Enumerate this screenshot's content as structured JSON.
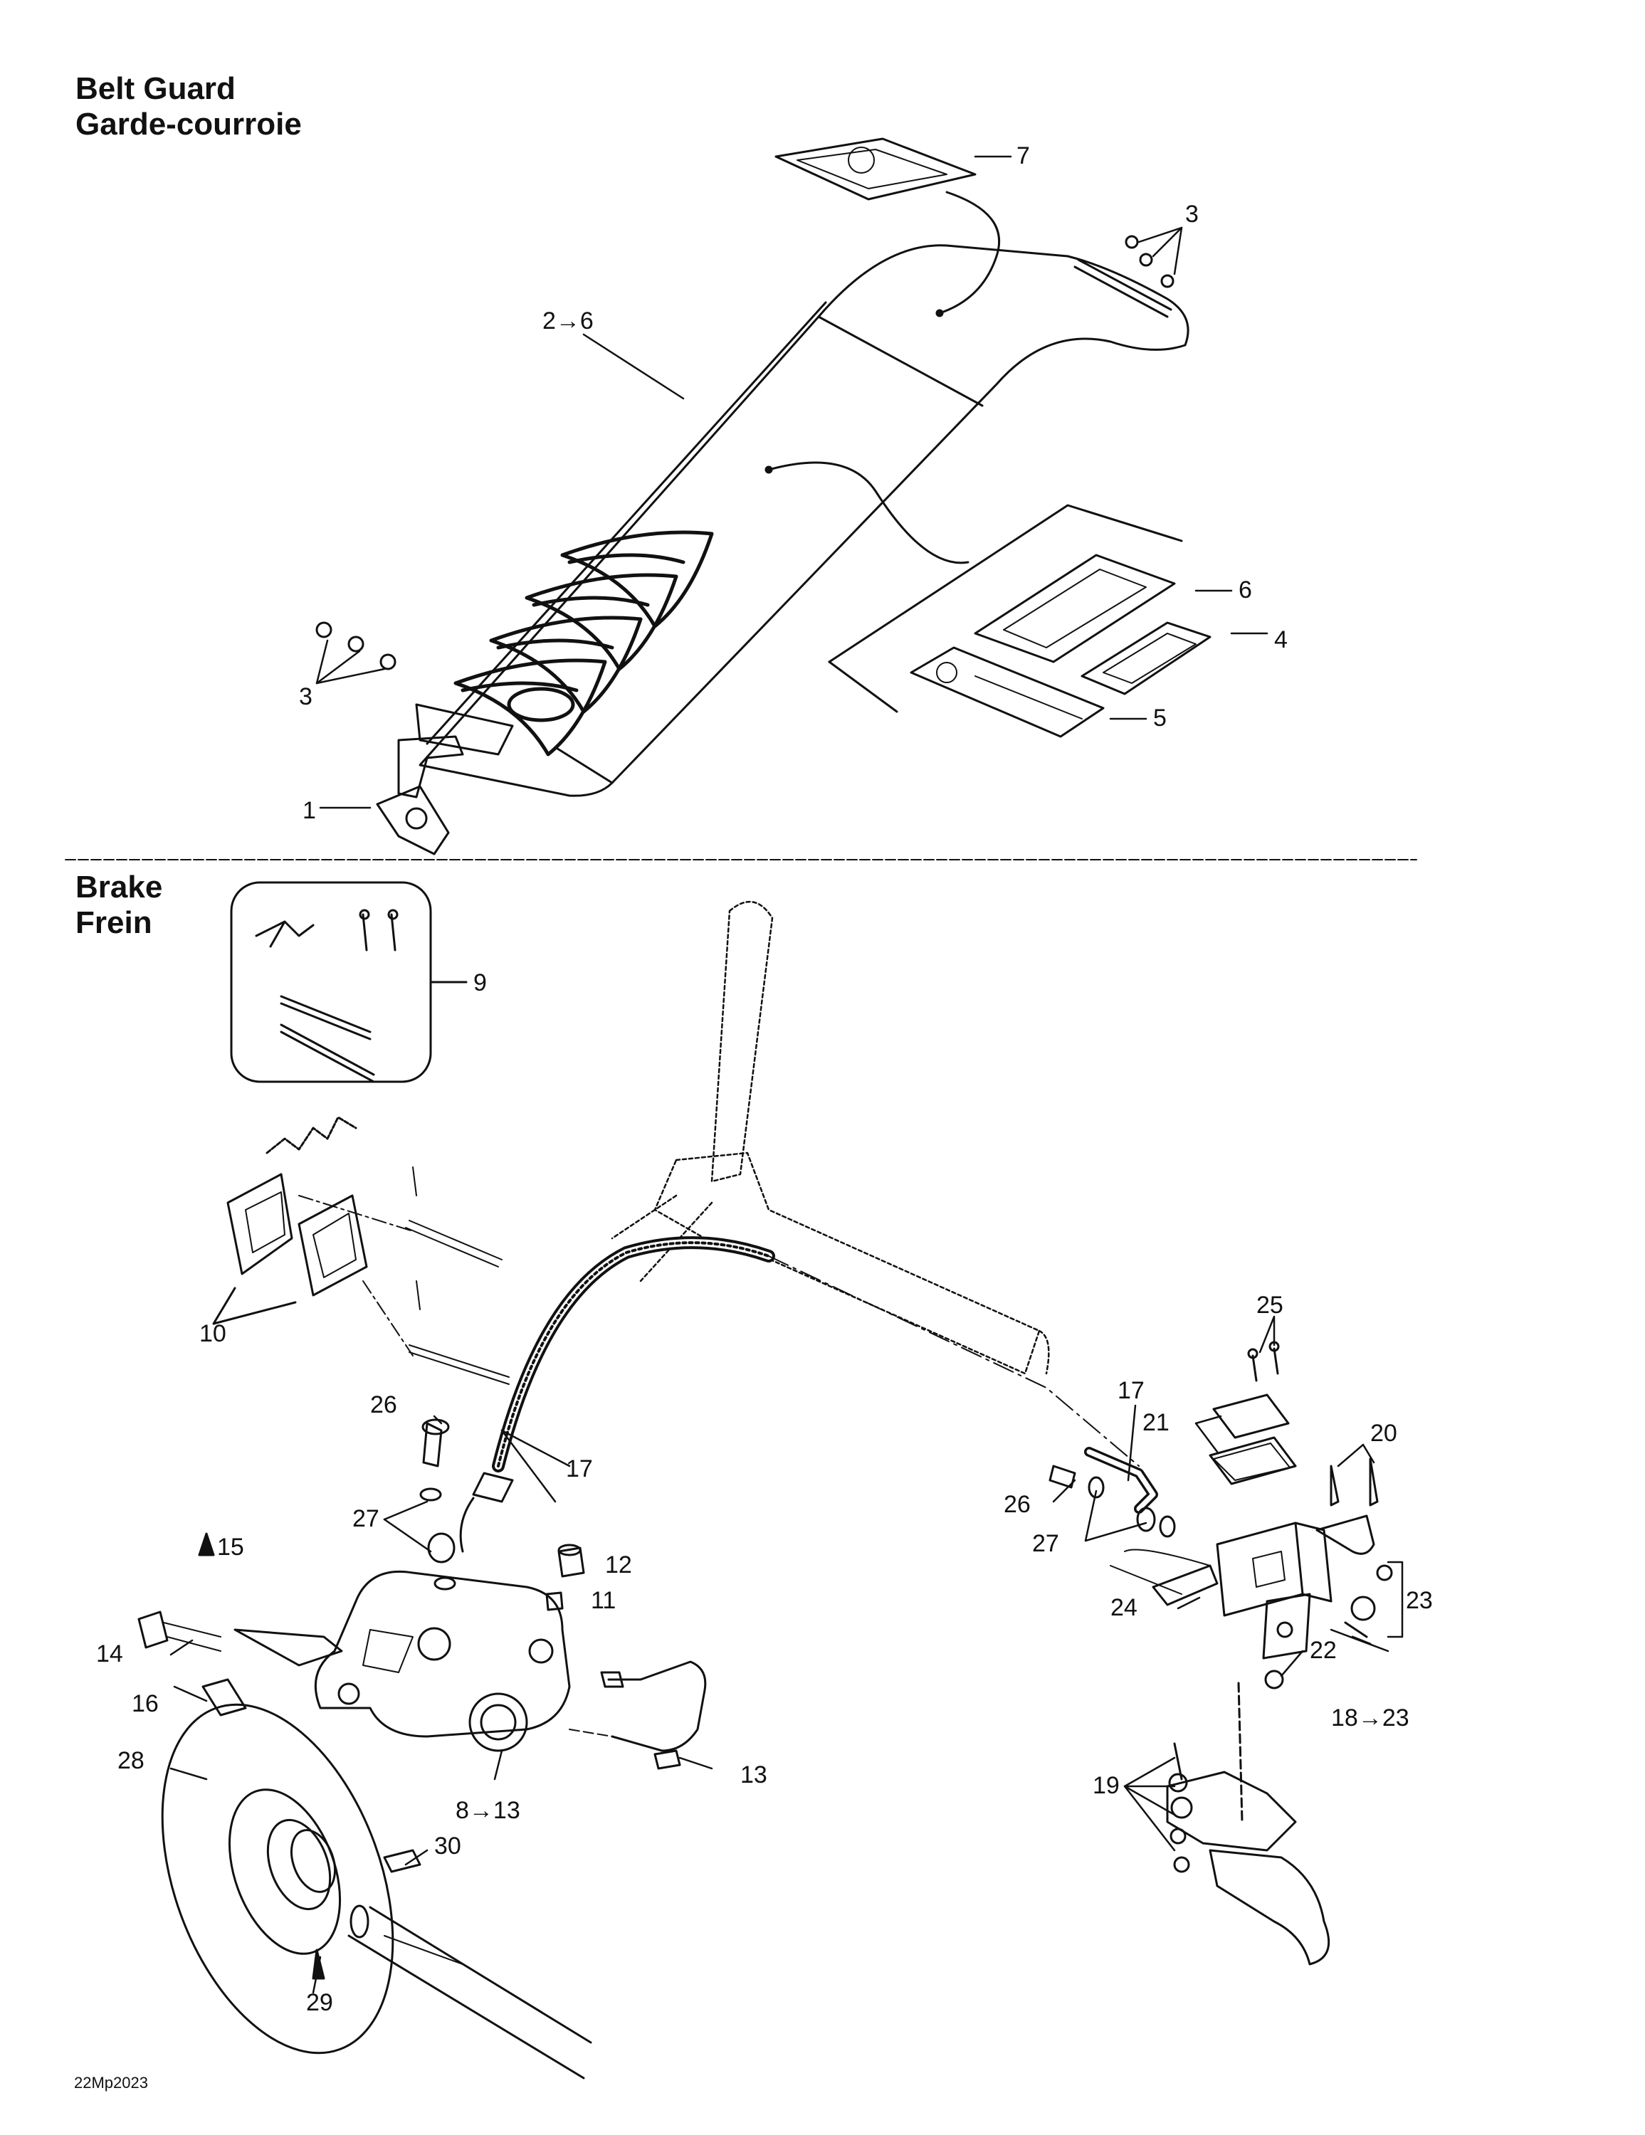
{
  "sections": {
    "belt_guard": {
      "title_en": "Belt Guard",
      "title_fr": "Garde-courroie"
    },
    "brake": {
      "title_en": "Brake",
      "title_fr": "Frein"
    }
  },
  "callouts": {
    "c1": "1",
    "c2_6": "2→6",
    "c3a": "3",
    "c3b": "3",
    "c4": "4",
    "c5": "5",
    "c6": "6",
    "c7": "7",
    "c9": "9",
    "c10": "10",
    "c26a": "26",
    "c17a": "17",
    "c27a": "27",
    "c15": "15",
    "c12": "12",
    "c11": "11",
    "c14": "14",
    "c16": "16",
    "c28": "28",
    "c8_13": "8→13",
    "c13": "13",
    "c30": "30",
    "c29": "29",
    "c25": "25",
    "c17b": "17",
    "c21": "21",
    "c20": "20",
    "c26b": "26",
    "c27b": "27",
    "c23": "23",
    "c24": "24",
    "c22": "22",
    "c18_23": "18→23",
    "c19": "19"
  },
  "drawing_code": "22Mp2023"
}
